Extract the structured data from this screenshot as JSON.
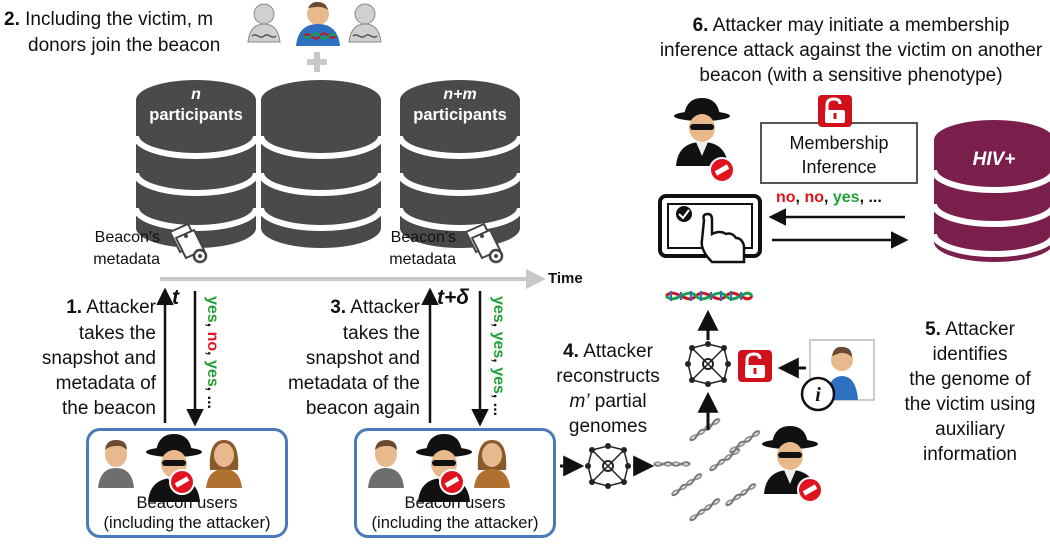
{
  "step2": {
    "num": "2.",
    "line1": " Including the victim, m",
    "line2": "donors join the beacon"
  },
  "db_left": {
    "label_var": "n",
    "label": "participants"
  },
  "db_right": {
    "label_var": "n+m",
    "label": "participants"
  },
  "metadata_label": {
    "line1": "Beacon's",
    "line2": "metadata"
  },
  "timeline": {
    "label": "Time",
    "t1": "t",
    "t2": "t+δ"
  },
  "step1": {
    "num": "1.",
    "line1": " Attacker",
    "line2": "takes the",
    "line3": "snapshot and",
    "line4": "metadata of",
    "line5": "the beacon"
  },
  "step3": {
    "num": "3.",
    "line1": " Attacker",
    "line2": "takes the",
    "line3": "snapshot and",
    "line4": "metadata of the",
    "line5": "beacon again"
  },
  "responses1": {
    "a": "yes",
    "b": "no",
    "c": "yes",
    "d": "..."
  },
  "responses2": {
    "a": "yes",
    "b": "yes",
    "c": "yes",
    "d": "..."
  },
  "users_box": {
    "line1": "Beacon users",
    "line2": "(including the attacker)"
  },
  "step4": {
    "num": "4.",
    "line1": " Attacker",
    "line2": "reconstructs",
    "line3": "m’",
    "line3b": " partial",
    "line4": "genomes"
  },
  "step5": {
    "num": "5.",
    "line1": " Attacker",
    "line2": "identifies",
    "line3": "the genome of",
    "line4": "the victim using",
    "line5": "auxiliary",
    "line6": "information"
  },
  "step6": {
    "num": "6.",
    "line1": " Attacker may initiate a membership",
    "line2": "inference attack against the victim on another",
    "line3": "beacon (with a sensitive phenotype)"
  },
  "membership_box": {
    "line1": "Membership",
    "line2": "Inference"
  },
  "answers": {
    "a": "no",
    "b": "no",
    "c": "yes",
    "d": "..."
  },
  "hiv_db": {
    "label": "HIV+"
  },
  "colors": {
    "green": "#22a035",
    "red": "#e0141e",
    "db_gray": "#4a4a4a",
    "hiv": "#7a1f4b",
    "box_blue": "#4a7bb8"
  }
}
